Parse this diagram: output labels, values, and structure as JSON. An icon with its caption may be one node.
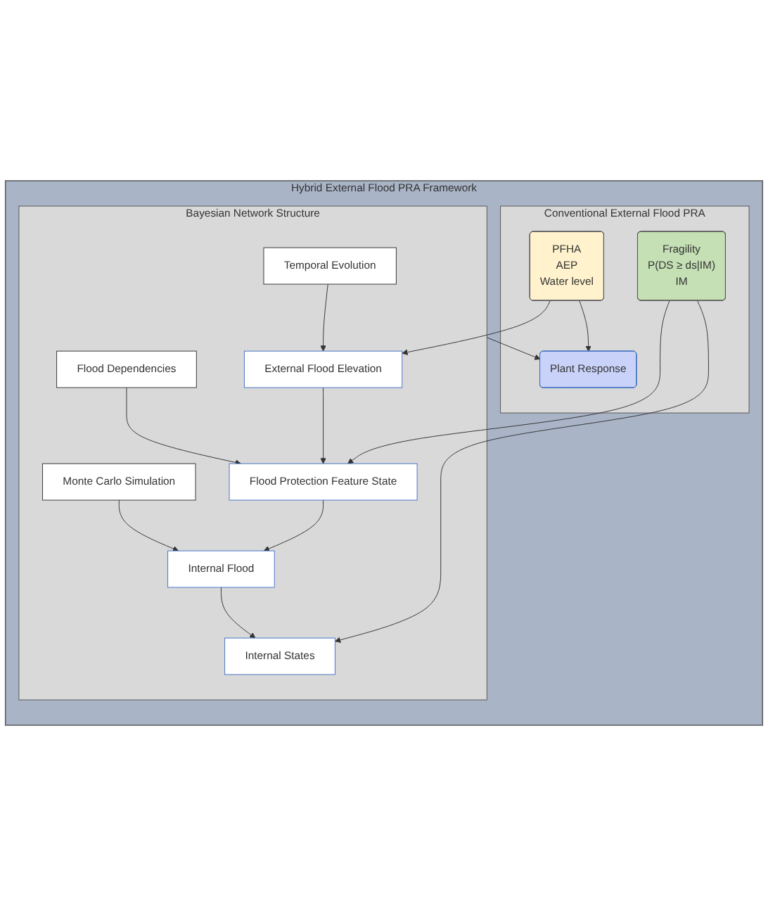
{
  "diagram": {
    "nodes": [
      {
        "text": [
          "Hybrid External Flood PRA Framework"
        ]
      },
      {
        "text": [
          "Conventional External Flood PRA"
        ],
        "in": 0
      },
      {
        "text": [
          "PFHA",
          "AEP",
          "Water level"
        ],
        "in": 1
      },
      {
        "text": [
          "Plant Response"
        ],
        "in": 1
      },
      {
        "text": [
          "Fragility",
          "P(DS ≥ ds|IM)",
          "IM"
        ],
        "in": 1
      },
      {
        "text": [
          "Bayesian Network Structure"
        ],
        "in": 0
      },
      {
        "text": [
          "Temporal Evolution"
        ],
        "in": 5
      },
      {
        "text": [
          "External Flood Elevation"
        ],
        "in": 5
      },
      {
        "text": [
          "Flood Dependencies"
        ],
        "in": 5
      },
      {
        "text": [
          "Flood Protection Feature State"
        ],
        "in": 5
      },
      {
        "text": [
          "Monte Carlo Simulation"
        ],
        "in": 5
      },
      {
        "text": [
          "Internal Flood"
        ],
        "in": 5
      },
      {
        "text": [
          "Internal States"
        ],
        "in": 5
      }
    ],
    "edges": [
      {
        "from": 2,
        "to": 3,
        "arrow": "to"
      },
      {
        "from": 2,
        "to": 7,
        "arrow": "to"
      },
      {
        "from": 5,
        "to": 3,
        "arrow": "to"
      },
      {
        "from": 4,
        "to": 9,
        "arrow": "to"
      },
      {
        "from": 4,
        "to": 12,
        "arrow": "to"
      },
      {
        "from": 6,
        "to": 7,
        "arrow": "to"
      },
      {
        "from": 7,
        "to": 9,
        "arrow": "to"
      },
      {
        "from": 8,
        "to": 9,
        "arrow": "to"
      },
      {
        "from": 9,
        "to": 11,
        "arrow": "to"
      },
      {
        "from": 10,
        "to": 11,
        "arrow": "to"
      },
      {
        "from": 11,
        "to": 12,
        "arrow": "to"
      }
    ]
  }
}
